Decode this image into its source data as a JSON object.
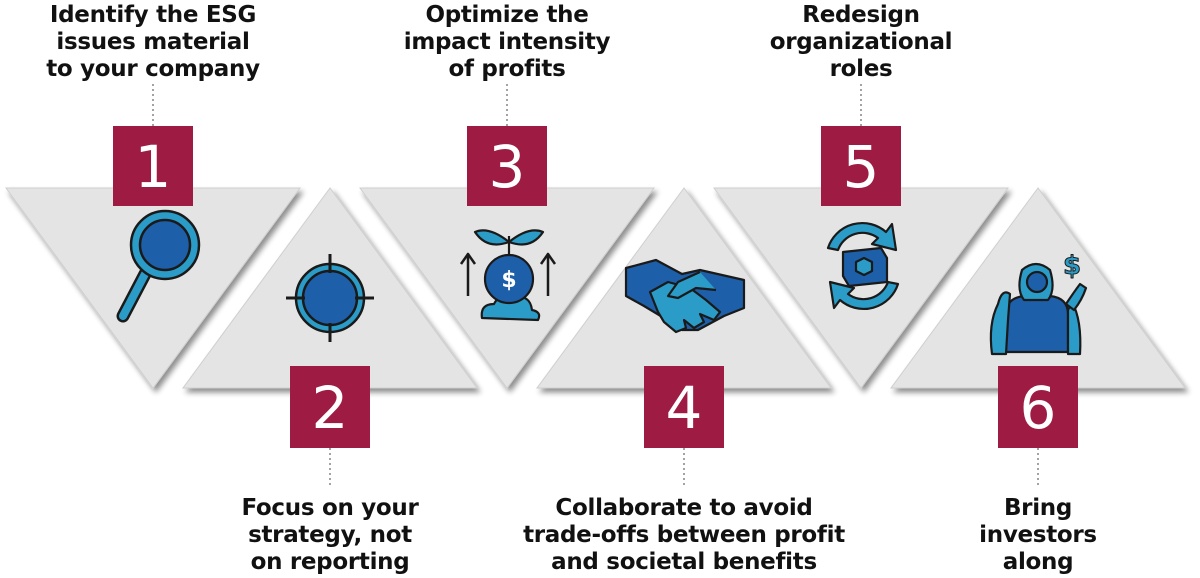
{
  "colors": {
    "number_box": "#9e1b43",
    "triangle_fill": "#e4e4e4",
    "triangle_shadow": "#b5b5b5",
    "icon_dark_blue": "#1d5fa8",
    "icon_light_blue": "#2b9cc8",
    "icon_outline": "#1a1a1a",
    "text": "#111111"
  },
  "steps": [
    {
      "number": "1",
      "label": "Identify the ESG\nissues material\nto your company",
      "icon": "magnifier-icon"
    },
    {
      "number": "2",
      "label": "Focus on your\nstrategy, not\non reporting",
      "icon": "target-crosshair-icon"
    },
    {
      "number": "3",
      "label": "Optimize the\nimpact intensity\nof profits",
      "icon": "growing-money-plant-icon"
    },
    {
      "number": "4",
      "label": "Collaborate to avoid\ntrade-offs between profit\nand societal benefits",
      "icon": "handshake-icon"
    },
    {
      "number": "5",
      "label": "Redesign\norganizational\nroles",
      "icon": "restructure-cycle-icon"
    },
    {
      "number": "6",
      "label": "Bring\ninvestors\nalong",
      "icon": "investor-person-icon"
    }
  ]
}
